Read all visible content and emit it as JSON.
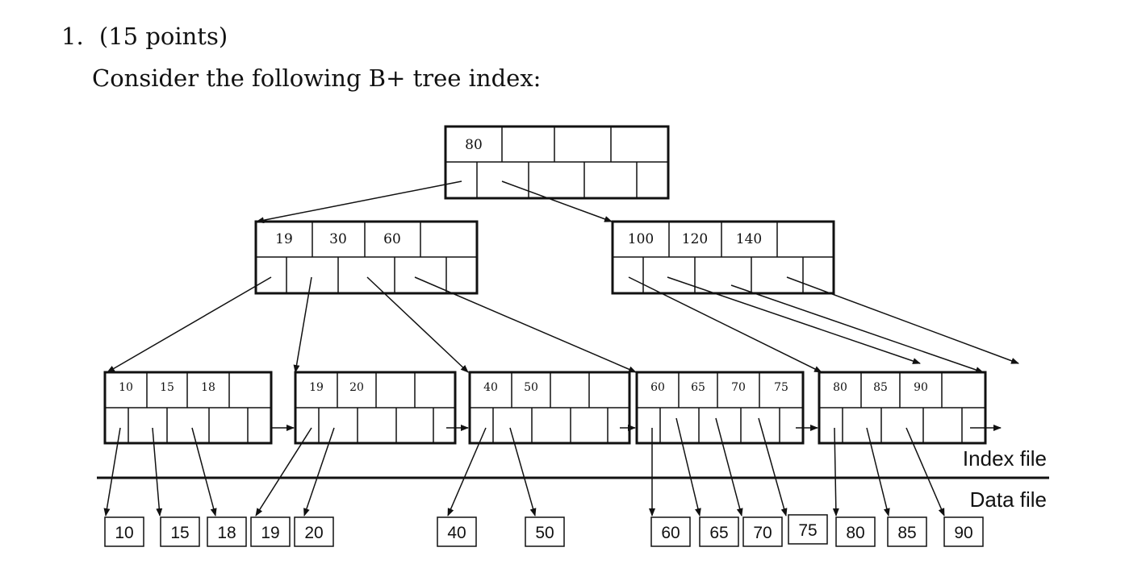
{
  "question": {
    "number": "1.",
    "points": "(15 points)",
    "prompt": "Consider the following B+ tree index:"
  },
  "tree": {
    "root": {
      "keys": [
        "80",
        "",
        "",
        ""
      ]
    },
    "internal_left": {
      "keys": [
        "19",
        "30",
        "60",
        ""
      ]
    },
    "internal_right": {
      "keys": [
        "100",
        "120",
        "140",
        ""
      ]
    },
    "leaves": [
      {
        "keys": [
          "10",
          "15",
          "18",
          ""
        ]
      },
      {
        "keys": [
          "19",
          "20",
          "",
          ""
        ]
      },
      {
        "keys": [
          "40",
          "50",
          "",
          ""
        ]
      },
      {
        "keys": [
          "60",
          "65",
          "70",
          "75"
        ]
      },
      {
        "keys": [
          "80",
          "85",
          "90",
          ""
        ]
      }
    ]
  },
  "labels": {
    "index_file": "Index file",
    "data_file": "Data file"
  },
  "data_records": [
    "10",
    "15",
    "18",
    "19",
    "20",
    "40",
    "50",
    "60",
    "65",
    "70",
    "75",
    "80",
    "85",
    "90"
  ],
  "colors": {
    "line": "#111111",
    "background": "#ffffff"
  }
}
